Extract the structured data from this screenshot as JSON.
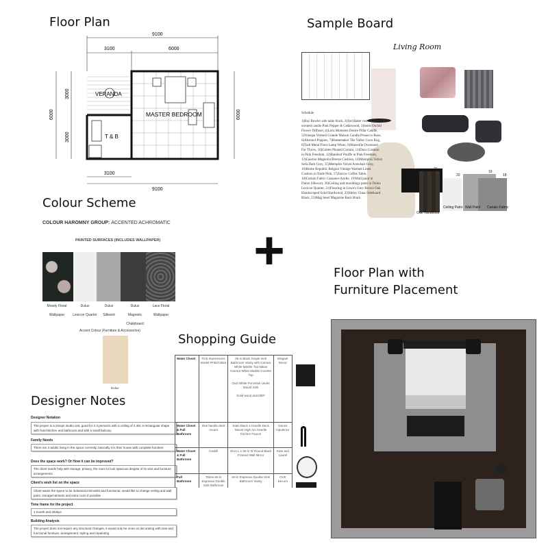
{
  "titles": {
    "floor_plan": "Floor Plan",
    "sample_board": "Sample Board",
    "colour_scheme": "Colour Scheme",
    "designer_notes": "Designer Notes",
    "shopping_guide": "Shopping Guide",
    "furniture_plan_line1": "Floor Plan with",
    "furniture_plan_line2": "Furniture Placement"
  },
  "floor_plan": {
    "dim_total": "9100",
    "dim_left": "3100",
    "dim_right": "6000",
    "dim_height": "6000",
    "dim_half": "3000",
    "rooms": [
      "VERANDA",
      "MASTER BEDROOM",
      "T & B"
    ]
  },
  "sample_board": {
    "script_title": "Living Room",
    "schedule_label": "Schedule",
    "schedule_text": "1)Bay Bowler side table black, 2)Ted Baker residence scented candle Pink Pepper & Cedarwood, 3)Sents Orchid Flower Diffuser, 4)Lava Moments Desire Pillar Candle, 5)Voluspa Vermeil Grande Maison Candle Prosecco Rose, 6)Abstract Poppies, 7)Homemaker The Valley Coco Rug, 8)Todi Metal Floor Lamp White, 9)Marseille Oversized Fur Throw, 10)Gobtet Pleated Curtain, 11)Daco Cushion in Pink Freedom, 12)Bandoof Pouffe in Pink Freedom, 13)Cassino Magnolia Breeze Cushion, 14)Memphis Velvet Sofa Dark Grey, 15)Memphis Velvet Armchair Grey, 16)Home Republic Belgian Vintage Washed Linen Cushion in Nude Pink, 17)Jarrow Coffee Table, 18)Curtain Fabric Cassance Azelle, 19)Wall paint in Dulux Silkwort, 20)Ceiling and mouldings paint in Dulux Lexicon Quarter, 21)Flooring in Lowe's Grey Brown Oak Handscraped Solid Hardwood, 22)Heley Glass Sideboard Black, 23)Mag Steel Magazine Rack Black",
    "swatch_labels": {
      "ceiling": "Ceiling Paint",
      "wall": "Wall Paint",
      "curtain": "Curtain Fabric",
      "floor": "Oak Hardwood"
    },
    "numbers": [
      "21",
      "20",
      "19",
      "18"
    ]
  },
  "plus_symbol": "+",
  "colour_scheme": {
    "group_label": "COLOUR HAROMNY GROUP:",
    "group_value": "ACCENTED ACHROMATIC",
    "painted_heading": "PAINTED SURFACES (INCLUDES WALLPAPER)",
    "swatches": [
      {
        "l1": "Moody Floral",
        "l2": "Wallpaper",
        "color": "#2a2a2a"
      },
      {
        "l1": "Dulux",
        "l2": "Lexicon Quarter",
        "color": "#efefef"
      },
      {
        "l1": "Dulux",
        "l2": "Silkwort",
        "color": "#a9a9a9"
      },
      {
        "l1": "Dulux",
        "l2": "Magnetic Chalkboard",
        "color": "#3c3c3c"
      },
      {
        "l1": "Lace Floral",
        "l2": "Wallpaper",
        "color": "#555555"
      }
    ],
    "accent_heading": "Accent Colour (Furniture & Accessories)",
    "accent_label": "Dulux",
    "accent_color": "#ead9bf"
  },
  "designer_notes": [
    {
      "h": "Designer Notation",
      "b": "The project is a 22sqm studio unit, good for 2-3 person/s with a ceiling of 2.4M, a rectangular shape with fixed kitchen and bathroom and with a small balcony"
    },
    {
      "h": "Family Needs",
      "b": "There are 2 adults living in the space currently, basically it is their house with complete furniture"
    },
    {
      "h": "Does the space work? Or How it can be improved?",
      "b": "The client needs help with storage, privacy, the room to look spacious despite of its size and furniture arrangements"
    },
    {
      "h": "Client's wish list on the space",
      "b": "Client wants the space to be industrial,minimalist and functional, would like to change ceiling and wall paint, storage/cabinets and extra room if possible"
    },
    {
      "h": "Time frame for the project",
      "b": "1 month and 30days"
    },
    {
      "h": "Building Analysis",
      "b": "The project does not require any structural changes, it would only be more on decorating with new and functional furniture, arrangement, styling and repainting"
    }
  ],
  "shopping_guide": [
    {
      "room": "Water Closet",
      "model": "First Impressions Model #FI5673684",
      "desc": "36-in Black Single Sink Bathroom Vanity with Carrara White Marble Top Italian Carrara White Marble Counter Top\n\nOval White Porcelain Under Mount Sink\n\nSolid wood and MDF",
      "store": "Elegant Decor"
    },
    {
      "room": "Water Closet & Full Bathroom",
      "model": "One handle deck mount",
      "desc": "Satin Black 1-Handle Deck Mount High Arc Handle Kitchen Faucet",
      "store": "Danze Opulence"
    },
    {
      "room": "Water Closet & Full Bathroom",
      "model": "Caskill",
      "desc": "30-in L x 30-in W Round Black Framed Wall Mirror",
      "store": "Kate and Laurel"
    },
    {
      "room": "Full Bathroom",
      "model": "Tahoe 60-in Espresso Double Sink Bathroom",
      "desc": "60-in Espresso Double Sink Bathroom Vanity",
      "store": "OVE Decors"
    }
  ]
}
